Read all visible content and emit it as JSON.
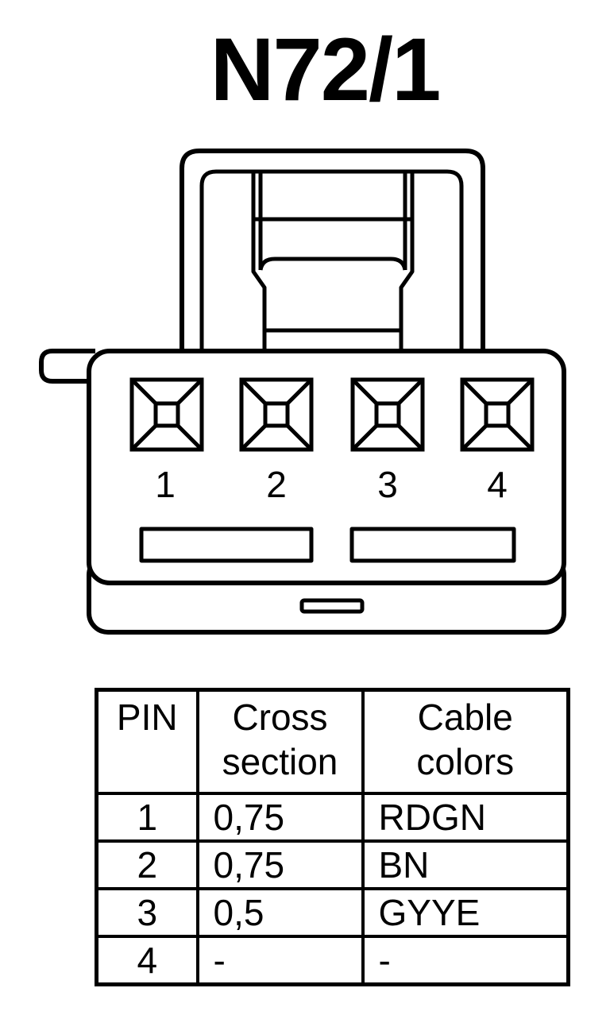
{
  "title": "N72/1",
  "pins": [
    "1",
    "2",
    "3",
    "4"
  ],
  "table": {
    "headers": {
      "pin": "PIN",
      "cross_section_line1": "Cross",
      "cross_section_line2": "section",
      "cable_colors_line1": "Cable",
      "cable_colors_line2": "colors"
    },
    "rows": [
      {
        "pin": "1",
        "cross_section": "0,75",
        "cable_color": "RDGN"
      },
      {
        "pin": "2",
        "cross_section": "0,75",
        "cable_color": "BN"
      },
      {
        "pin": "3",
        "cross_section": "0,5",
        "cable_color": "GYYE"
      },
      {
        "pin": "4",
        "cross_section": "-",
        "cable_color": "-"
      }
    ]
  }
}
